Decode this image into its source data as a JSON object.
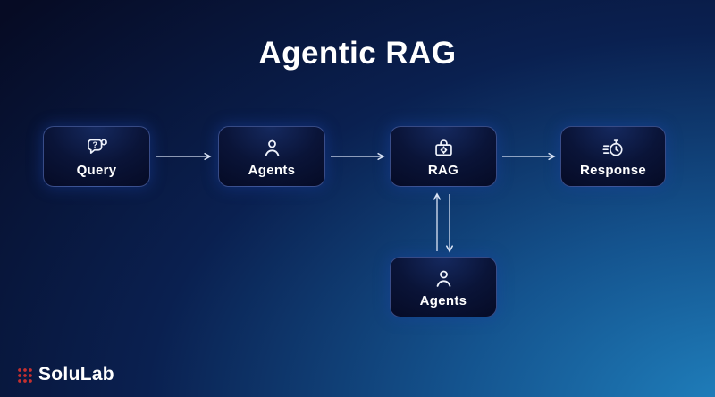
{
  "title": "Agentic RAG",
  "nodes": [
    {
      "id": "query",
      "label": "Query",
      "icon": "chat-question-icon"
    },
    {
      "id": "agents-top",
      "label": "Agents",
      "icon": "person-icon"
    },
    {
      "id": "rag",
      "label": "RAG",
      "icon": "box-gear-icon"
    },
    {
      "id": "response",
      "label": "Response",
      "icon": "stopwatch-speed-icon"
    },
    {
      "id": "agents-bottom",
      "label": "Agents",
      "icon": "person-icon"
    }
  ],
  "edges": [
    {
      "from": "query",
      "to": "agents-top",
      "direction": "right"
    },
    {
      "from": "agents-top",
      "to": "rag",
      "direction": "right"
    },
    {
      "from": "rag",
      "to": "response",
      "direction": "right"
    },
    {
      "from": "agents-bottom",
      "to": "rag",
      "direction": "up"
    },
    {
      "from": "rag",
      "to": "agents-bottom",
      "direction": "down"
    }
  ],
  "icons": {
    "question_mark": "?"
  },
  "logo": {
    "text": "SoluLab"
  },
  "colors": {
    "background_dark": "#060b24",
    "background_light": "#2082bf",
    "node_fill": "#070e2c",
    "node_border": "#607ed0",
    "arrow": "#dbe4f5",
    "title_text": "#ffffff",
    "logo_accent": "#c6302f"
  }
}
